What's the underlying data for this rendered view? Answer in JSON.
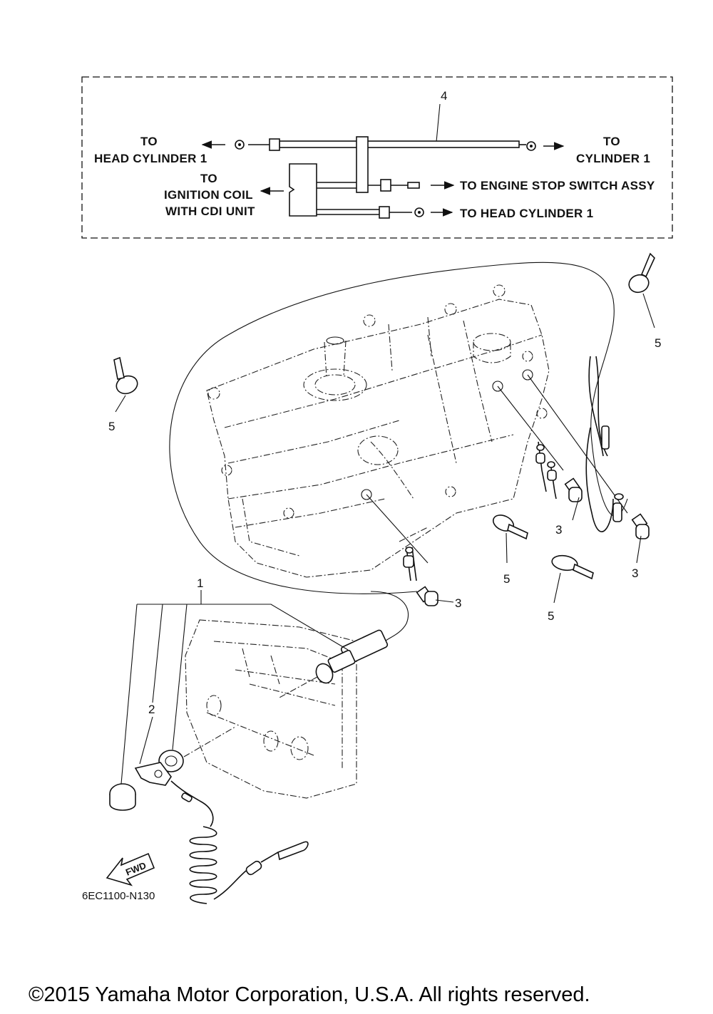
{
  "wiring_box": {
    "part_number": "4",
    "left_label": [
      "TO",
      "HEAD CYLINDER 1"
    ],
    "right_label": [
      "TO",
      "CYLINDER 1"
    ],
    "ignition_label": [
      "TO",
      "IGNITION COIL",
      "WITH CDI UNIT"
    ],
    "stop_switch_label": "TO ENGINE STOP SWITCH ASSY",
    "head_cyl_label": "TO HEAD CYLINDER 1"
  },
  "callouts": {
    "one": "1",
    "two": "2",
    "three": "3",
    "five": "5"
  },
  "fwd_label": "FWD",
  "drawing_code": "6EC1100-N130",
  "copyright": "©2015 Yamaha Motor Corporation, U.S.A. All rights reserved."
}
